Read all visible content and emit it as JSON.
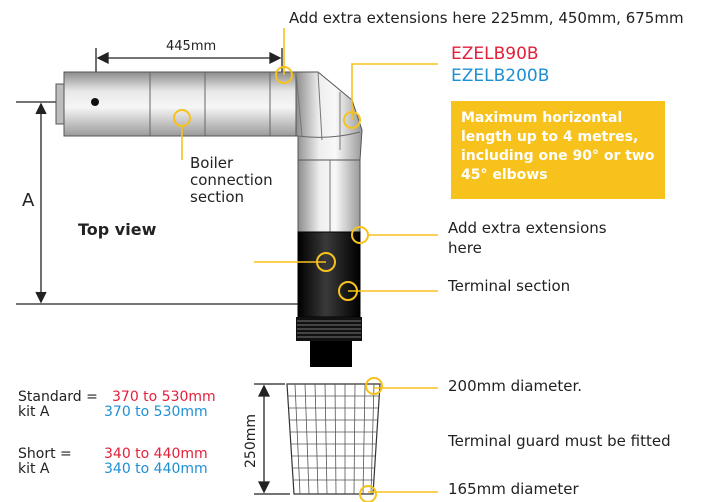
{
  "labels": {
    "top_note": "Add extra extensions here 225mm, 450mm, 675mm",
    "dim_445": "445mm",
    "model_1": "EZELB90B",
    "model_2": "EZELB200B",
    "callout": "Maximum horizontal length up to 4 metres, including one 90° or two 45° elbows",
    "boiler_1": "Boiler",
    "boiler_2": "connection",
    "boiler_3": "section",
    "dim_a": "A",
    "top_view": "Top view",
    "add_ext_1": "Add extra extensions",
    "add_ext_2": "here",
    "terminal": "Terminal section",
    "std_label_1": "Standard =",
    "std_label_2": "kit A",
    "std_val_red": "370 to 530mm",
    "std_val_blue": "370 to 530mm",
    "short_label_1": "Short =",
    "short_label_2": "kit A",
    "short_val_red": "340 to 440mm",
    "short_val_blue": "340 to 440mm",
    "dim_250": "250mm",
    "diam_200": "200mm diameter.",
    "guard": "Terminal guard must be fitted",
    "diam_165": "165mm diameter"
  },
  "colors": {
    "red": "#e3203a",
    "blue": "#1f8fd4",
    "callout_bg": "#f7c21c",
    "marker": "#f7c21c"
  }
}
